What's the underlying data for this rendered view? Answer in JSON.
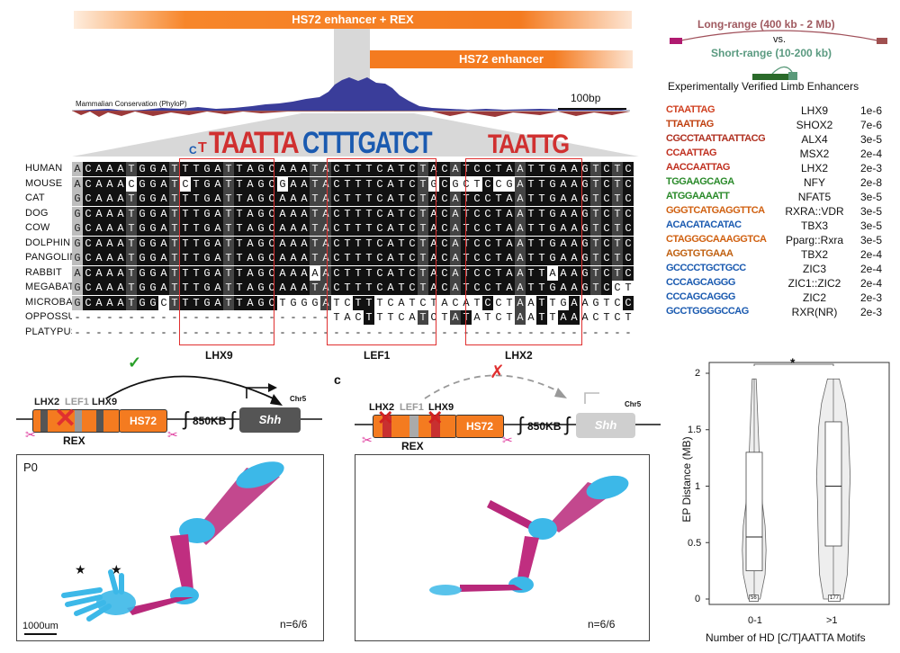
{
  "top_bars": {
    "hs72_rex": "HS72 enhancer + REX",
    "hs72": "HS72 enhancer"
  },
  "conservation": {
    "label": "Mammalian Conservation (PhyloP)",
    "scale": "100bp"
  },
  "logos": {
    "a": "TAATTA",
    "b": "CTTTGATCT",
    "c": "TAATTG"
  },
  "species": [
    {
      "name": "HUMAN",
      "seq": "ACAAATGGATTTGATTAGCAAATACTTTCATCTACATCCTAATTGAAGTCTC"
    },
    {
      "name": "MOUSE",
      "seq": "ACAAACGGATCTGATTAGCGAATACTTTCATCTGCGCTCCGATTGAAGTCTC"
    },
    {
      "name": "CAT",
      "seq": "GCAAATGGATTTGATTAGCAAATACTTTCATCTACATCCTAATTGAAGTCTC"
    },
    {
      "name": "DOG",
      "seq": "GCAAATGGATTTGATTAGCAAATACTTTCATCTACATCCTAATTGAAGTCTC"
    },
    {
      "name": "COW",
      "seq": "GCAAATGGATTTGATTAGCAAATACTTTCATCTACATCCTAATTGAAGTCTC"
    },
    {
      "name": "DOLPHIN",
      "seq": "GCAAATGGATTTGATTAGCAAATACTTTCATCTACATCCTAATTGAAGTCTC"
    },
    {
      "name": "PANGOLIN",
      "seq": "GCAAATGGATTTGATTAGCAAATACTTTCATCTACATCCTAATTGAAGTCTC"
    },
    {
      "name": "RABBIT",
      "seq": "ACAAATGGATTTGATTAGCAAAAACTTTCATCTACATCCTAATTAAAGTCTC"
    },
    {
      "name": "MEGABAT",
      "seq": "GCAAATGGATTTGATTAGCAAATACTTTCATCTACATCCTAATTGAAGTCCTA"
    },
    {
      "name": "MICROBAT",
      "seq": "GCAAATGGCTTTGATTAGCTGGGATCTTTCATCTACATCCTAATTGAAGTCCTA"
    },
    {
      "name": "OPPOSSUM",
      "seq": "------------------------TACTTTCATCTATATCTAATTAAACTCTC"
    },
    {
      "name": "PLATYPUS",
      "seq": "-----------------------------------------------------"
    }
  ],
  "motif_labels": [
    "LHX9",
    "LEF1",
    "LHX2"
  ],
  "range": {
    "long": "Long-range (400 kb - 2 Mb)",
    "vs": "vs.",
    "short": "Short-range (10-200 kb)"
  },
  "tf_title": "Experimentally Verified Limb Enhancers",
  "tf_rows": [
    {
      "logo": "CTAATTAG",
      "name": "LHX9",
      "p": "1e-6",
      "color": "#d04020"
    },
    {
      "logo": "TTAATTAG",
      "name": "SHOX2",
      "p": "7e-6",
      "color": "#c04010"
    },
    {
      "logo": "CGCCTAATTAATTACG",
      "name": "ALX4",
      "p": "3e-5",
      "color": "#b03020"
    },
    {
      "logo": "CCAATTAG",
      "name": "MSX2",
      "p": "2e-4",
      "color": "#c03020"
    },
    {
      "logo": "AACCAATTAG",
      "name": "LHX2",
      "p": "2e-3",
      "color": "#c03020"
    },
    {
      "logo": "TGGAAGCAGA",
      "name": "NFY",
      "p": "2e-8",
      "color": "#2a8a2a"
    },
    {
      "logo": "ATGGAAAATT",
      "name": "NFAT5",
      "p": "3e-5",
      "color": "#2a8a2a"
    },
    {
      "logo": "GGGTCATGAGGTTCA",
      "name": "RXRA::VDR",
      "p": "3e-5",
      "color": "#d06010"
    },
    {
      "logo": "ACACATACATAC",
      "name": "TBX3",
      "p": "3e-5",
      "color": "#1a5ab0"
    },
    {
      "logo": "CTAGGGCAAAGGTCA",
      "name": "Pparg::Rxra",
      "p": "3e-5",
      "color": "#d06010"
    },
    {
      "logo": "AGGTGTGAAA",
      "name": "TBX2",
      "p": "2e-4",
      "color": "#c06010"
    },
    {
      "logo": "GCCCCTGCTGCC",
      "name": "ZIC3",
      "p": "2e-4",
      "color": "#1a5ab0"
    },
    {
      "logo": "CCCAGCAGGG",
      "name": "ZIC1::ZIC2",
      "p": "2e-4",
      "color": "#1a5ab0"
    },
    {
      "logo": "CCCAGCAGGG",
      "name": "ZIC2",
      "p": "2e-3",
      "color": "#1a5ab0"
    },
    {
      "logo": "GCCTGGGGCCAG",
      "name": "RXR(NR)",
      "p": "2e-3",
      "color": "#1a5ab0"
    }
  ],
  "construct_left": {
    "lhx2": "LHX2",
    "lef1": "LEF1",
    "lhx9": "LHX9",
    "rex": "REX",
    "hs72": "HS72",
    "dist": "850KB",
    "gene": "Shh",
    "chr": "Chr5",
    "check": "✓"
  },
  "construct_right": {
    "panel_letter": "c",
    "lhx2": "LHX2",
    "lef1": "LEF1",
    "lhx9": "LHX9",
    "rex": "REX",
    "hs72": "HS72",
    "dist": "850KB",
    "gene": "Shh",
    "chr": "Chr5",
    "cross": "✗"
  },
  "panel_left": {
    "stage": "P0",
    "scale": "1000um",
    "n": "n=6/6"
  },
  "panel_right": {
    "n": "n=6/6"
  },
  "violin": {
    "ylabel": "EP Distance (MB)",
    "xlabel": "Number of HD [C/T]AATTA Motifs",
    "sig": "*",
    "yticks": [
      "0",
      "0.5",
      "1",
      "1.5",
      "2"
    ],
    "xticks": [
      "0-1",
      ">1"
    ],
    "counts": [
      "56",
      "177"
    ]
  },
  "chart_data": {
    "type": "violin",
    "categories": [
      "0-1",
      ">1"
    ],
    "ylabel": "EP Distance (MB)",
    "xlabel": "Number of HD [C/T]AATTA Motifs",
    "ylim": [
      0,
      2
    ],
    "series": [
      {
        "category": "0-1",
        "n": 56,
        "median": 0.55,
        "q1": 0.25,
        "q3": 1.3,
        "min": 0.0,
        "max": 1.95
      },
      {
        "category": ">1",
        "n": 177,
        "median": 1.0,
        "q1": 0.47,
        "q3": 1.57,
        "min": 0.0,
        "max": 1.95
      }
    ]
  },
  "colors": {
    "orange": "#f47b20",
    "red": "#e03030",
    "magenta": "#e040a0",
    "cyan": "#3cb8e8"
  }
}
